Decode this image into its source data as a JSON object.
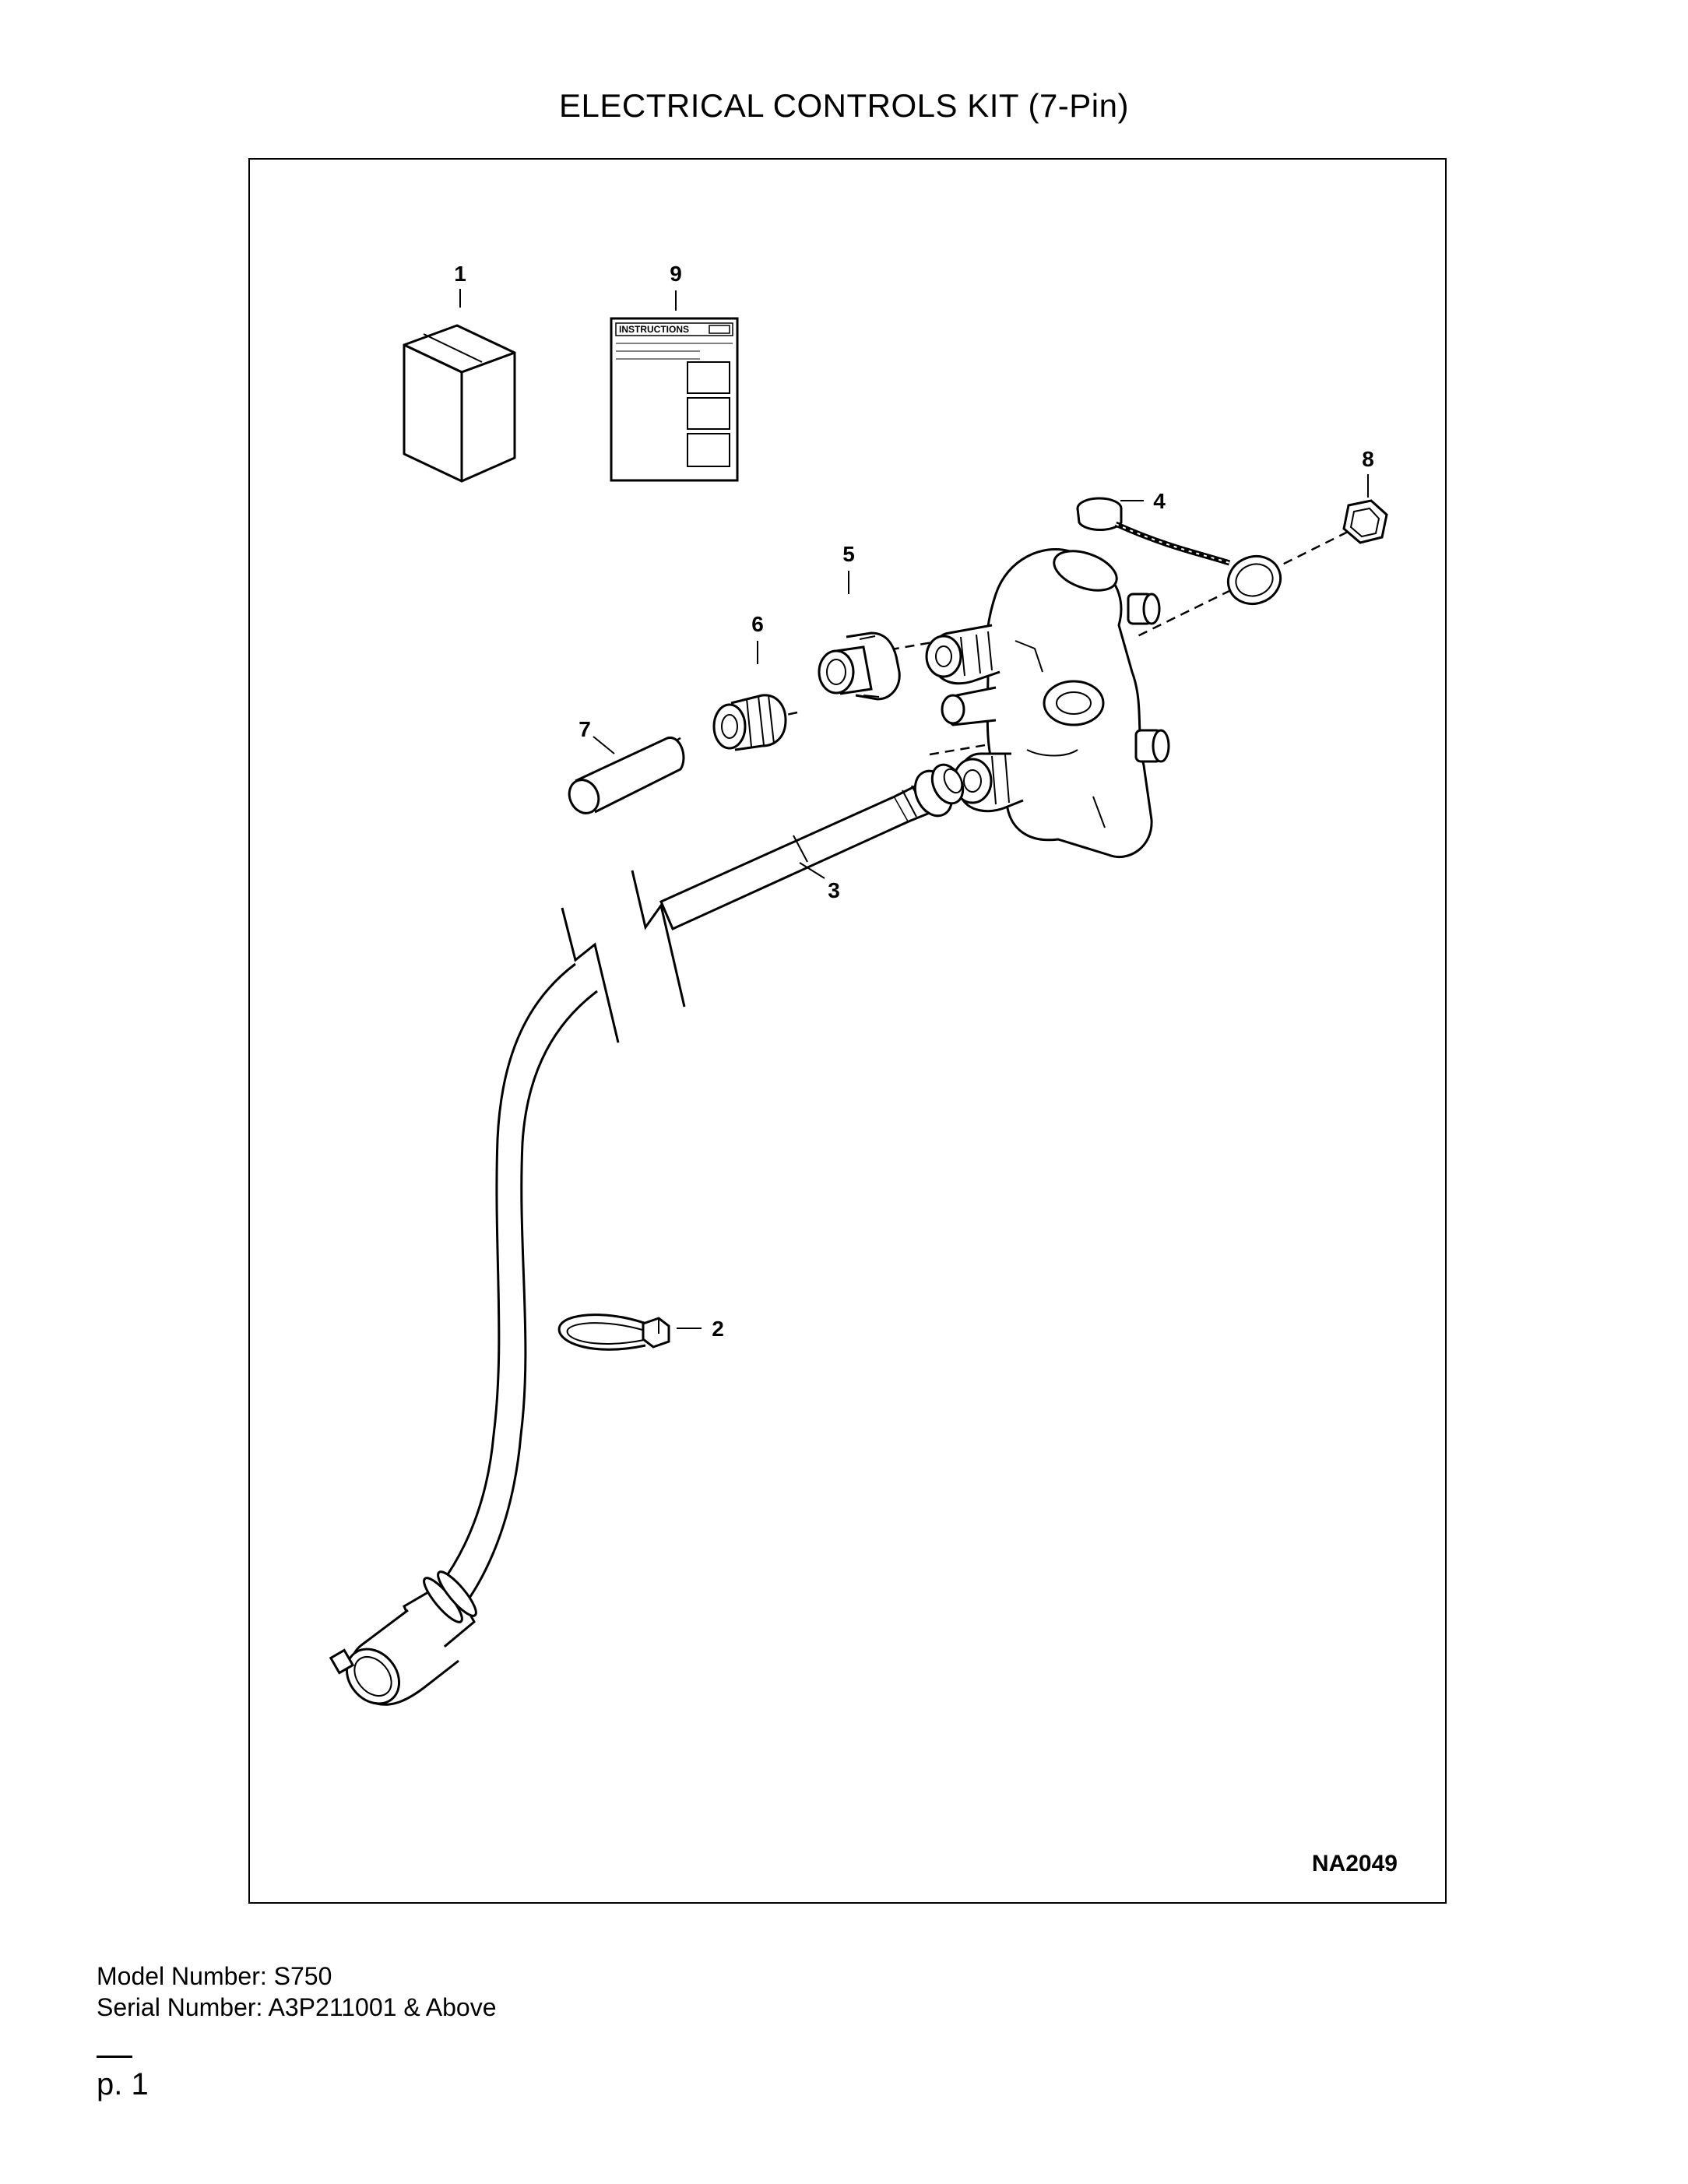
{
  "page_title": "ELECTRICAL CONTROLS KIT (7-Pin)",
  "figure_id": "NA2049",
  "instruction_sheet_label": "INSTRUCTIONS",
  "callouts": [
    "1",
    "9",
    "8",
    "4",
    "5",
    "6",
    "7",
    "3",
    "2"
  ],
  "model_line": "Model Number: S750",
  "serial_line": "Serial Number: A3P211001 & Above",
  "page_number": "p. 1"
}
